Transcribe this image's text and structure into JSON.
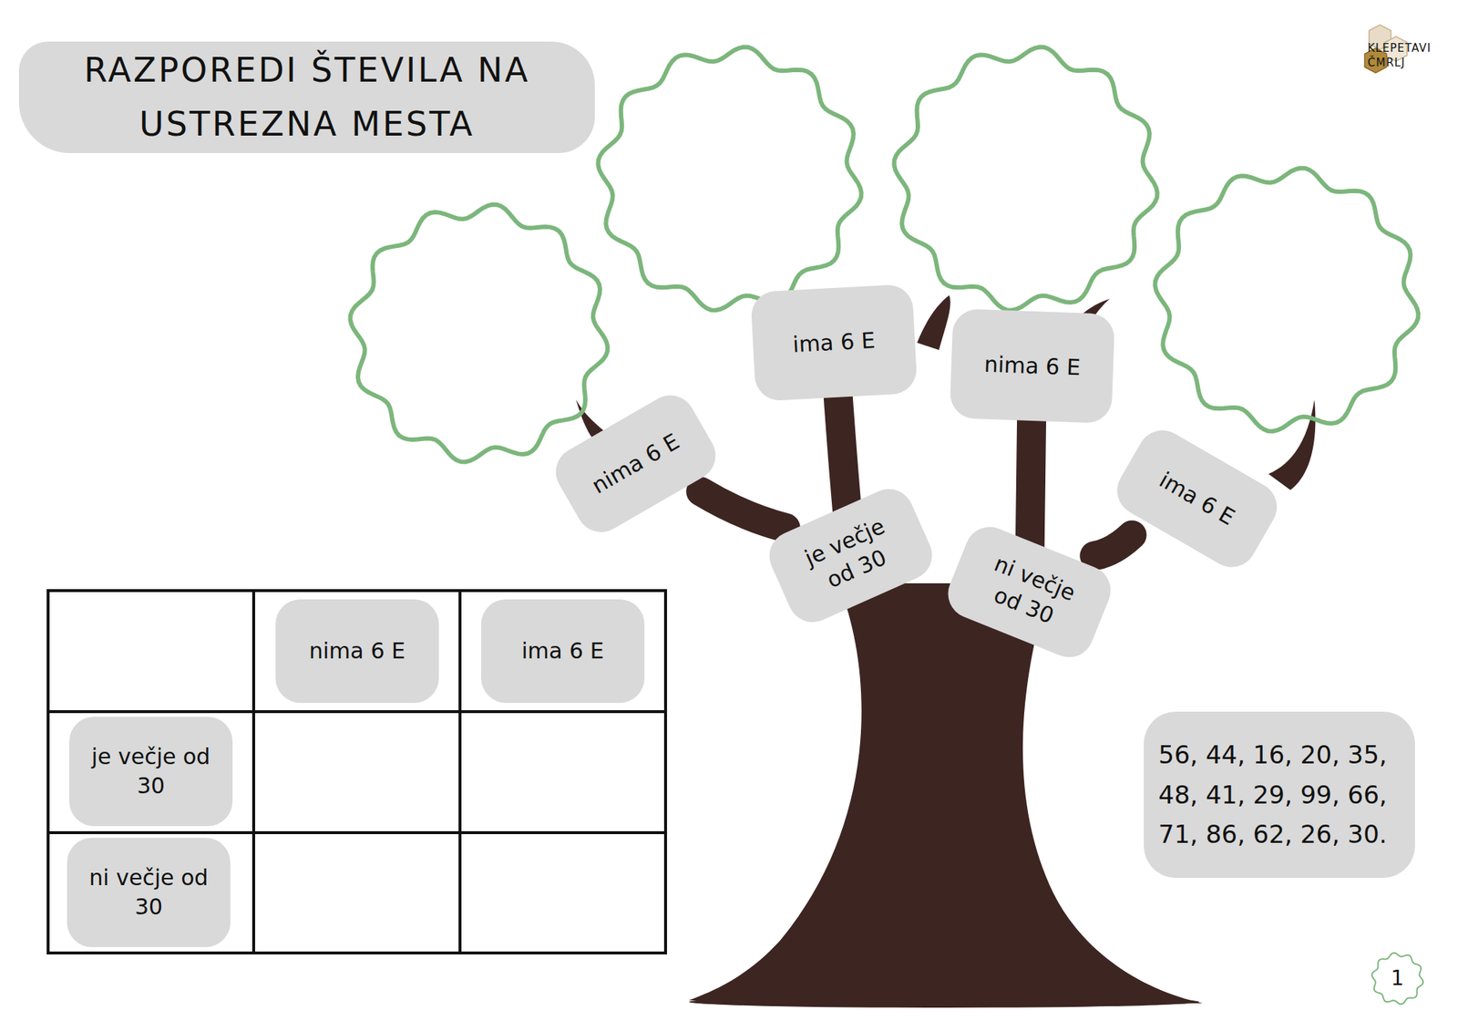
{
  "diagram": {
    "title": "RAZPOREDI ŠTEVILA NA USTREZNA MESTA",
    "nodes": [
      {
        "text": [
          "ima 6 E"
        ]
      },
      {
        "text": [
          "nima 6 E"
        ]
      },
      {
        "text": [
          "nima 6 E"
        ]
      },
      {
        "text": [
          "ima 6 E"
        ]
      },
      {
        "text": [
          "je večje od 30"
        ]
      },
      {
        "text": [
          "ni večje od 30"
        ]
      },
      {
        "text": [
          "nima 6 E"
        ]
      },
      {
        "text": [
          "ima 6 E"
        ]
      },
      {
        "text": [
          "je večje od 30"
        ]
      },
      {
        "text": [
          "ni večje od 30"
        ]
      },
      {
        "text": [
          "56, 44, 16, 20, 35, 48, 41, 29, 99, 66, 71, 86, 62, 26, 30."
        ]
      },
      {
        "text": [
          "1"
        ]
      }
    ],
    "edges": [
      {
        "from": 4,
        "to": 2,
        "arrow": "none"
      },
      {
        "from": 4,
        "to": 0,
        "arrow": "none"
      },
      {
        "from": 5,
        "to": 1,
        "arrow": "none"
      },
      {
        "from": 5,
        "to": 3,
        "arrow": "none"
      }
    ],
    "labels": [
      "KLEPETAVI ČMRLJ"
    ]
  }
}
